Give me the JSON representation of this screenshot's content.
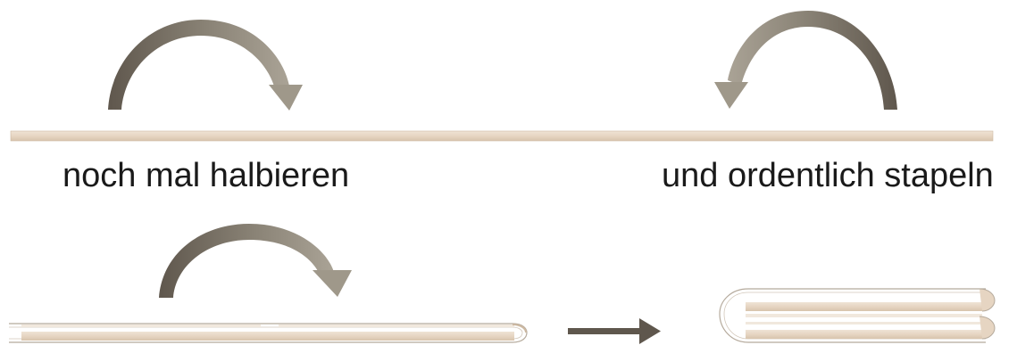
{
  "labels": {
    "left": "noch mal halbieren",
    "right": "und ordentlich stapeln"
  },
  "colors": {
    "strip_fill": "#e6d5c2",
    "strip_edge": "#cdb9a2",
    "arrow_dark": "#5f574d",
    "arrow_light": "#a8a193",
    "outline": "#b5aa9c",
    "background": "#ffffff"
  },
  "icons": {
    "fold_arrow_right": "curved-arrow-clockwise",
    "fold_arrow_left": "curved-arrow-counterclockwise",
    "process_arrow": "right-arrow"
  }
}
